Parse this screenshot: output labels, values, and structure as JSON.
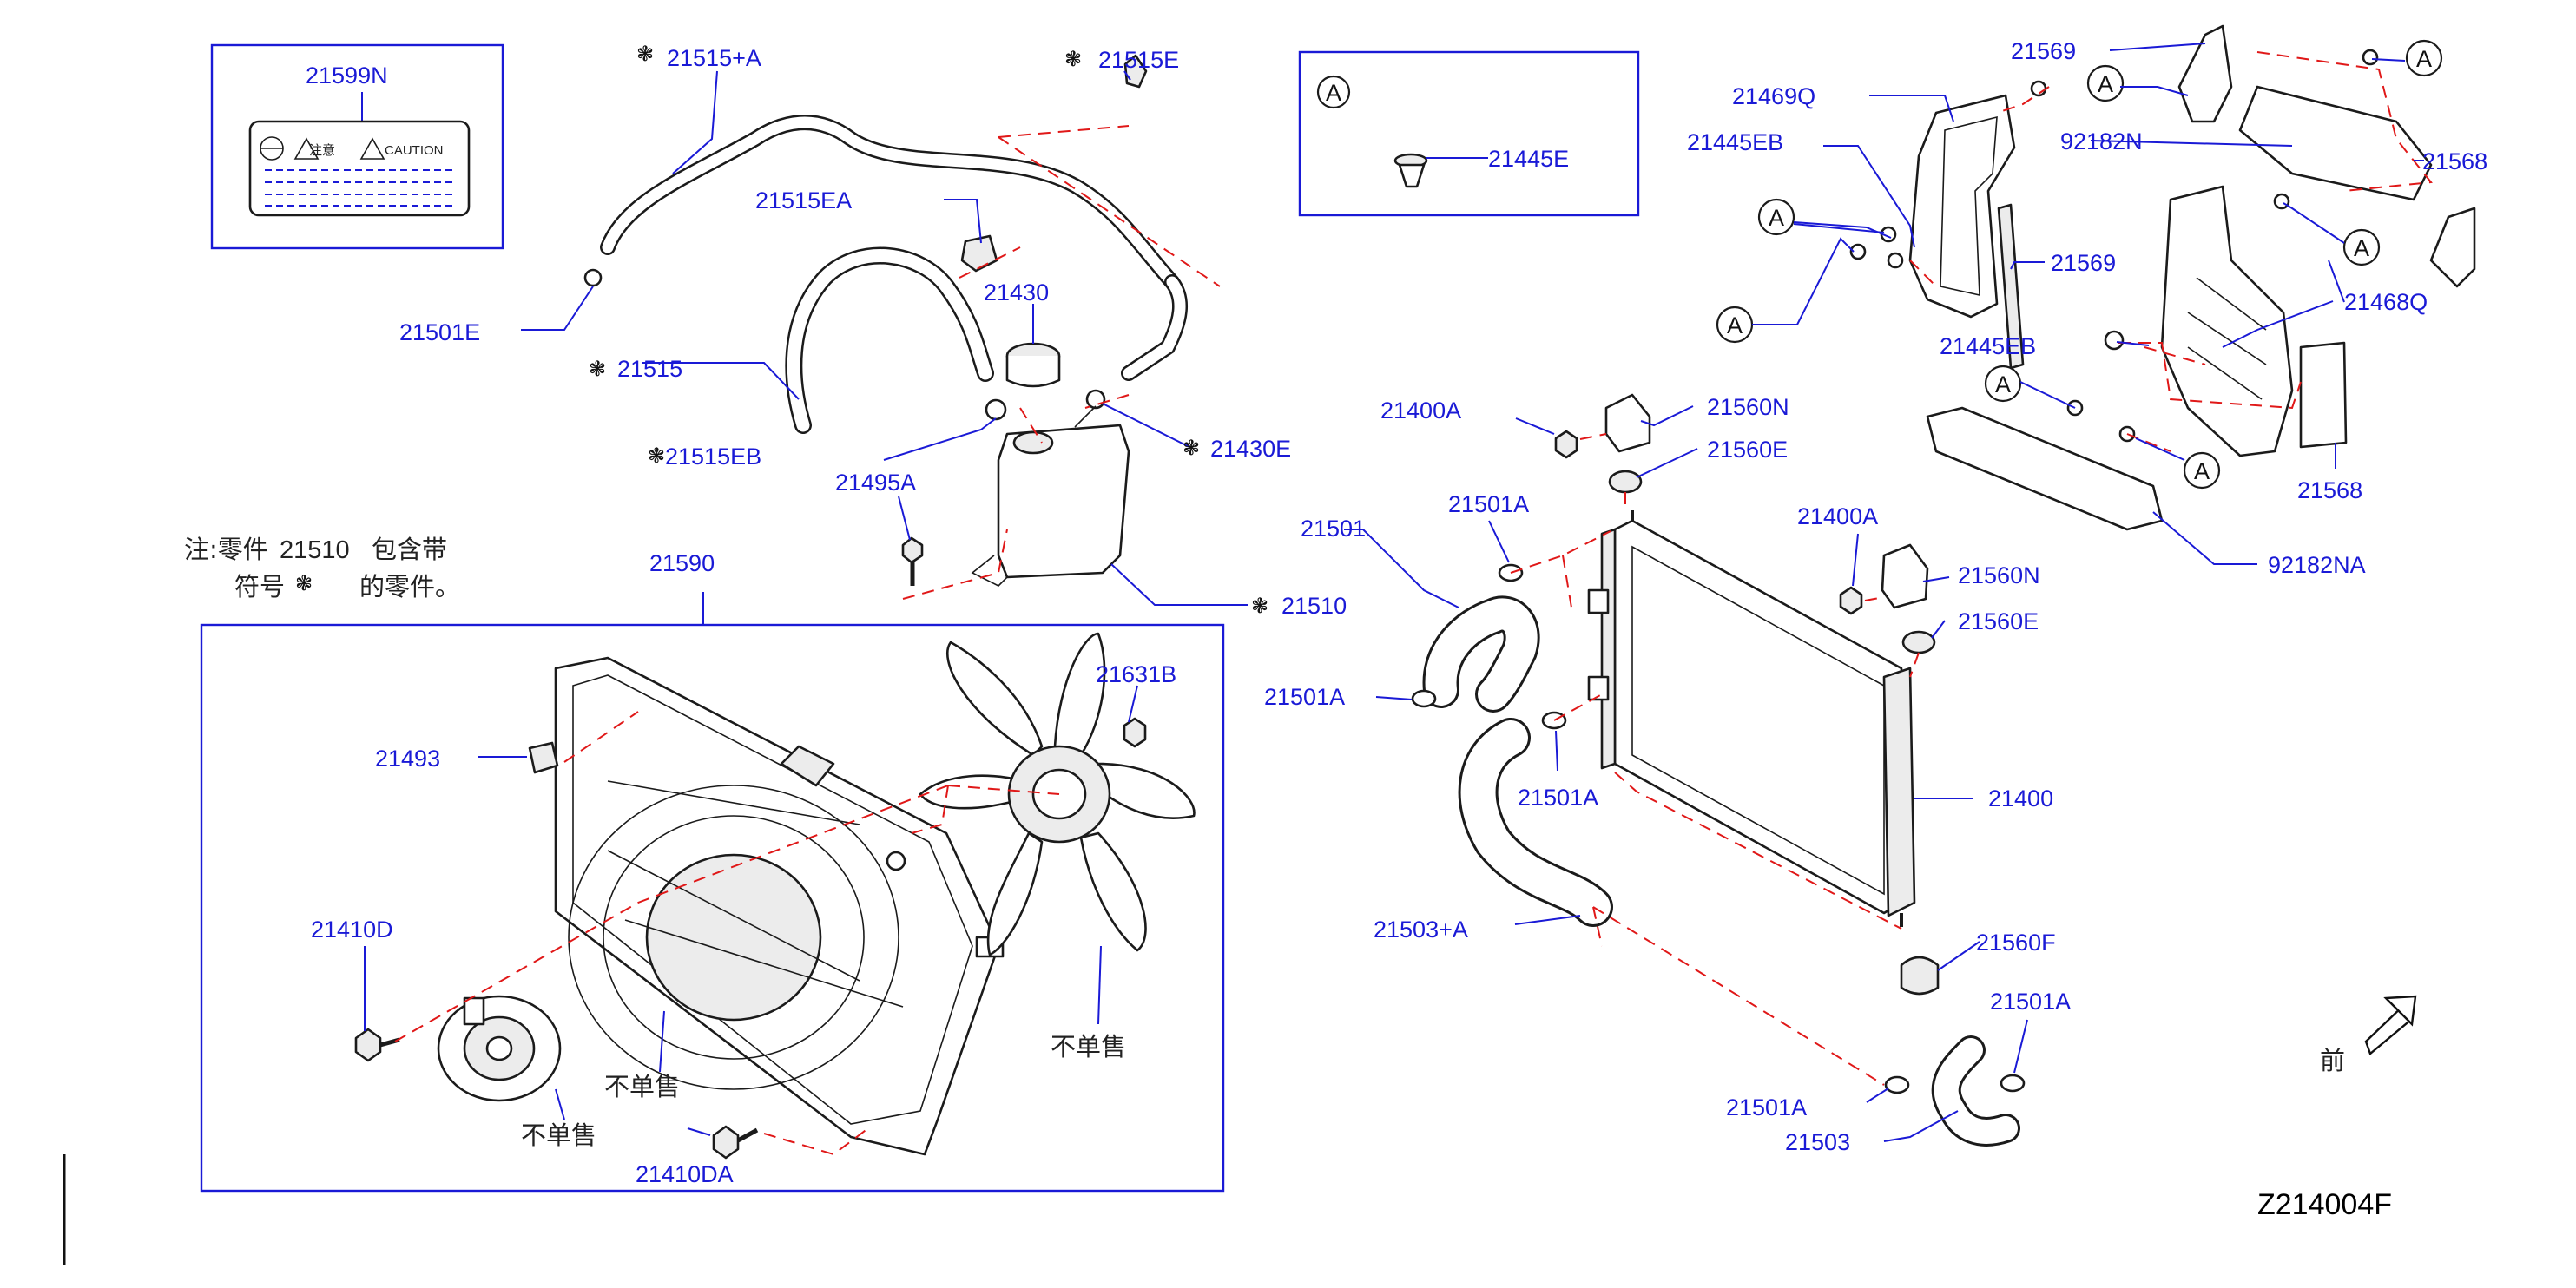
{
  "labels": {
    "p21599N": "21599N",
    "p21515A": "21515+A",
    "p21515E": "21515E",
    "p21515EA": "21515EA",
    "p21501E": "21501E",
    "p21515": "21515",
    "p21430": "21430",
    "p21515EB": "21515EB",
    "p21430E": "21430E",
    "p21495A": "21495A",
    "p21510": "21510",
    "p21590": "21590",
    "p21493": "21493",
    "p21631B": "21631B",
    "p21410D": "21410D",
    "p21410DA": "21410DA",
    "p21445E": "21445E",
    "p21400A_1": "21400A",
    "p21560N_1": "21560N",
    "p21560E_1": "21560E",
    "p21501": "21501",
    "p21501A_1": "21501A",
    "p21501A_2": "21501A",
    "p21501A_3": "21501A",
    "p21400A_2": "21400A",
    "p21560N_2": "21560N",
    "p21560E_2": "21560E",
    "p21400": "21400",
    "p21503A": "21503+A",
    "p21560F": "21560F",
    "p21501A_4": "21501A",
    "p21501A_5": "21501A",
    "p21503": "21503",
    "p21569_1": "21569",
    "p21469Q": "21469Q",
    "p21445EB_1": "21445EB",
    "p92182N": "92182N",
    "p21568_1": "21568",
    "p21569_2": "21569",
    "p21468Q": "21468Q",
    "p21445EB_2": "21445EB",
    "p21568_2": "21568",
    "p92182NA": "92182NA"
  },
  "not_sold": "不单售",
  "note": {
    "line1_prefix": "注:零件",
    "part": "21510",
    "line1_suffix": "包含带",
    "line2_prefix": "符号",
    "line2_suffix": "的零件。"
  },
  "caution_label": {
    "jp": "注意",
    "en": "CAUTION"
  },
  "ref_circle": "A",
  "front_label": "前",
  "diagram_id": "Z214004F",
  "colors": {
    "label_blue": "#1a1ad6",
    "dash_red": "#e01818",
    "line_dark": "#1b1b1b"
  },
  "icons": {
    "included_symbol": "asterisk-gear-icon",
    "front_arrow": "front-direction-arrow-icon"
  }
}
